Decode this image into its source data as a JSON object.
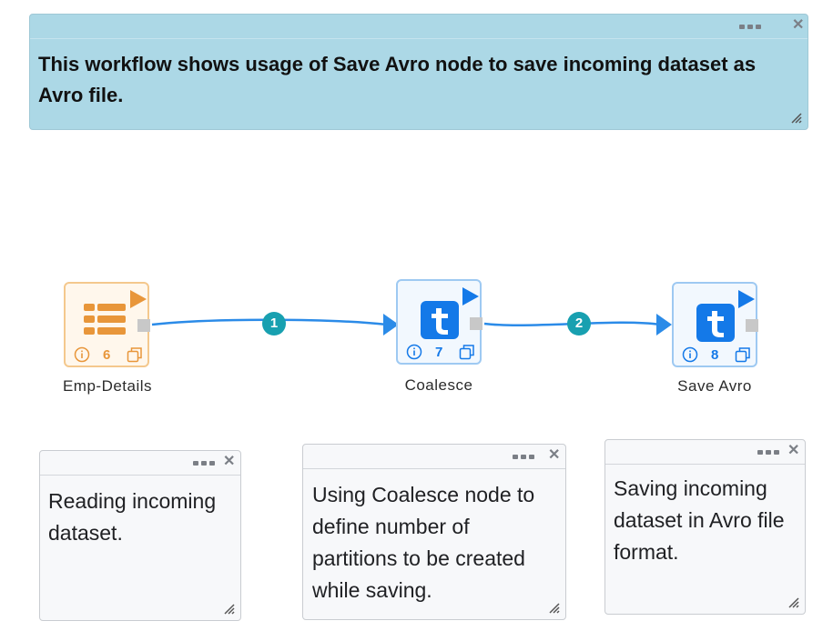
{
  "header_note": {
    "text": "This workflow shows usage of Save Avro node to save incoming dataset as Avro file."
  },
  "nodes": [
    {
      "label": "Emp-Details",
      "count": "6",
      "type": "source",
      "icon": "table-icon",
      "accent": "#e8963a"
    },
    {
      "label": "Coalesce",
      "count": "7",
      "type": "transform",
      "icon": "t-letter-icon",
      "accent": "#1479e8"
    },
    {
      "label": "Save Avro",
      "count": "8",
      "type": "transform",
      "icon": "t-letter-icon",
      "accent": "#1479e8"
    }
  ],
  "edges": [
    {
      "label": "1"
    },
    {
      "label": "2"
    }
  ],
  "notes": [
    {
      "text": "Reading incoming dataset."
    },
    {
      "text": "Using Coalesce node to define number of partitions to be created while saving."
    },
    {
      "text": "Saving incoming dataset in Avro file format."
    }
  ],
  "colors": {
    "edge": "#2b8be8",
    "badge": "#18a0b0",
    "header_note": "#acd8e6"
  }
}
